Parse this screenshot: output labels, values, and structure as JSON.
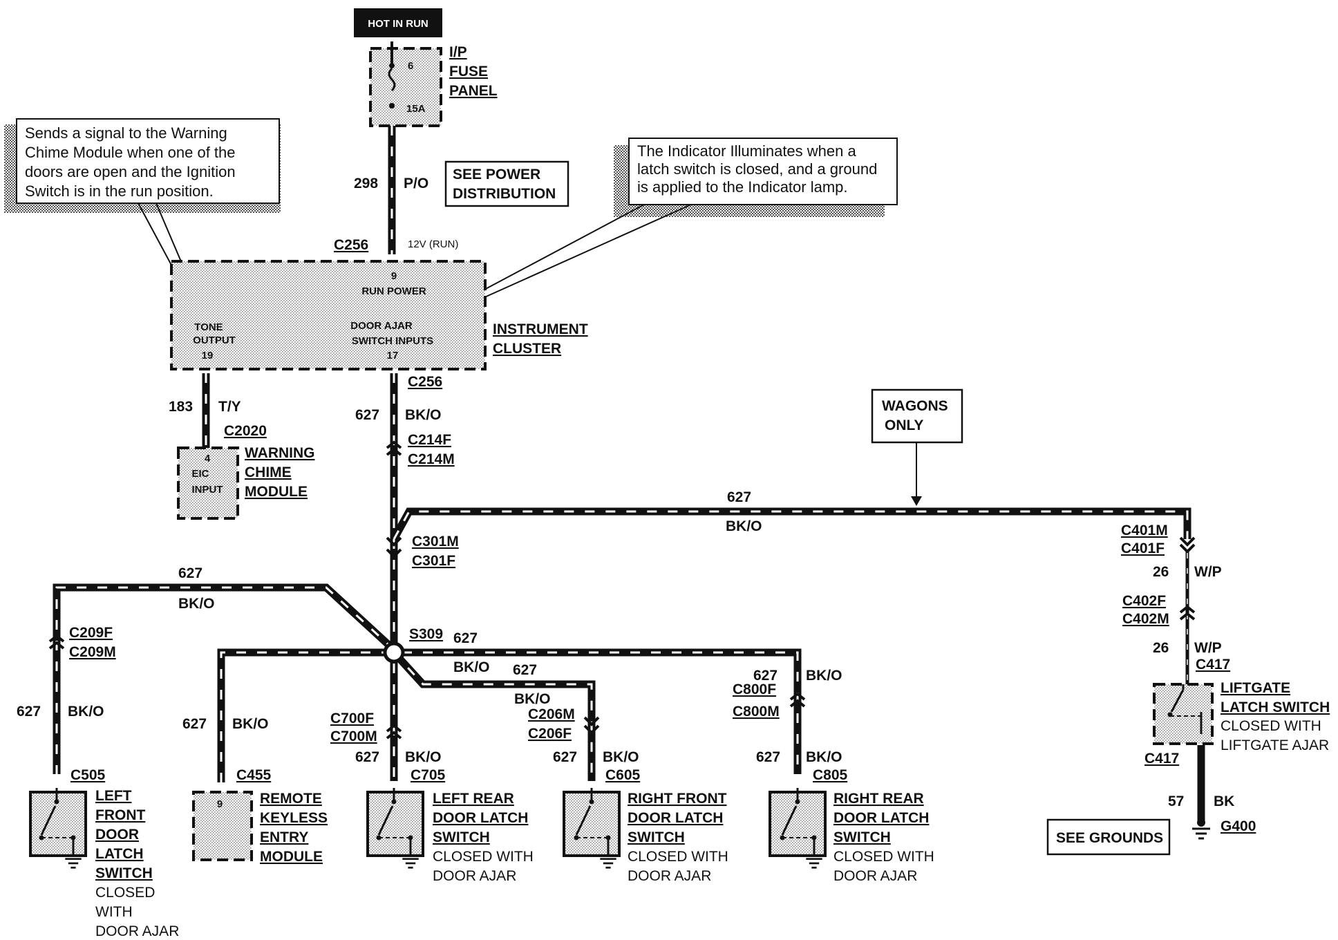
{
  "top": {
    "hot_label": "HOT IN RUN",
    "fuse_number": "6",
    "fuse_rating": "15A",
    "fuse_panel_lines": [
      "I/P",
      "FUSE",
      "PANEL"
    ],
    "circuit_number": "298",
    "circuit_color": "P/O",
    "see_power_lines": [
      "SEE POWER",
      "DISTRIBUTION"
    ],
    "connector": "C256",
    "voltage": "12V (RUN)"
  },
  "notes": {
    "left_lines": [
      "Sends a signal to the Warning",
      "Chime Module when one of the",
      "doors are open and the Ignition",
      "Switch is in the run position."
    ],
    "right_lines": [
      "The Indicator Illuminates when a",
      "latch switch is closed, and a ground",
      "is applied to the Indicator lamp."
    ]
  },
  "cluster": {
    "pin_run": "9",
    "run_power": "RUN POWER",
    "tone_lines": [
      "TONE",
      "OUTPUT",
      "19"
    ],
    "door_ajar_lines": [
      "DOOR AJAR",
      "SWITCH INPUTS",
      "17"
    ],
    "name_lines": [
      "INSTRUMENT",
      "CLUSTER"
    ],
    "connector_bottom": "C256"
  },
  "chime": {
    "circuit": "183",
    "color": "T/Y",
    "connector": "C2020",
    "pin_lines": [
      "4",
      "EIC",
      "INPUT"
    ],
    "name_lines": [
      "WARNING",
      "CHIME",
      "MODULE"
    ]
  },
  "main": {
    "circuit": "627",
    "color": "BK/O",
    "c214f": "C214F",
    "c214m": "C214M",
    "c301m": "C301M",
    "c301f": "C301F",
    "splice": "S309"
  },
  "wagons": {
    "label_lines": [
      "WAGONS",
      "ONLY"
    ],
    "circuit": "627",
    "color": "BK/O",
    "c401m": "C401M",
    "c401f": "C401F",
    "circuit_wp1": "26",
    "color_wp1": "W/P",
    "c402f": "C402F",
    "c402m": "C402M",
    "circuit_wp2": "26",
    "color_wp2": "W/P",
    "c417_top": "C417",
    "liftgate_lines": [
      "LIFTGATE",
      "LATCH SWITCH"
    ],
    "liftgate_note_lines": [
      "CLOSED WITH",
      "LIFTGATE AJAR"
    ],
    "c417_bottom": "C417",
    "ground_circuit": "57",
    "ground_color": "BK",
    "ground_id": "G400",
    "see_grounds": "SEE GROUNDS"
  },
  "left_front": {
    "circuit_top": "627",
    "color_top": "BK/O",
    "c209f": "C209F",
    "c209m": "C209M",
    "circuit": "627",
    "color": "BK/O",
    "connector": "C505",
    "name_lines": [
      "LEFT",
      "FRONT",
      "DOOR",
      "LATCH",
      "SWITCH"
    ],
    "note_lines": [
      "CLOSED",
      "WITH",
      "DOOR AJAR"
    ]
  },
  "rke": {
    "circuit": "627",
    "color": "BK/O",
    "connector": "C455",
    "pin": "9",
    "name_lines": [
      "REMOTE",
      "KEYLESS",
      "ENTRY",
      "MODULE"
    ]
  },
  "splice_labels": {
    "right_circuit": "627",
    "mid_color": "BK/O",
    "mid_circuit": "627"
  },
  "left_rear": {
    "c700f": "C700F",
    "c700m": "C700M",
    "circuit": "627",
    "color": "BK/O",
    "connector": "C705",
    "name_lines": [
      "LEFT REAR",
      "DOOR LATCH",
      "SWITCH"
    ],
    "note_lines": [
      "CLOSED WITH",
      "DOOR AJAR"
    ]
  },
  "right_front": {
    "color_top": "BK/O",
    "c206m": "C206M",
    "c206f": "C206F",
    "circuit": "627",
    "color": "BK/O",
    "connector": "C605",
    "name_lines": [
      "RIGHT FRONT",
      "DOOR LATCH",
      "SWITCH"
    ],
    "note_lines": [
      "CLOSED WITH",
      "DOOR AJAR"
    ]
  },
  "right_rear": {
    "circuit_top": "627",
    "color_top": "BK/O",
    "c800f": "C800F",
    "c800m": "C800M",
    "circuit": "627",
    "color": "BK/O",
    "connector": "C805",
    "name_lines": [
      "RIGHT REAR",
      "DOOR LATCH",
      "SWITCH"
    ],
    "note_lines": [
      "CLOSED WITH",
      "DOOR AJAR"
    ]
  }
}
